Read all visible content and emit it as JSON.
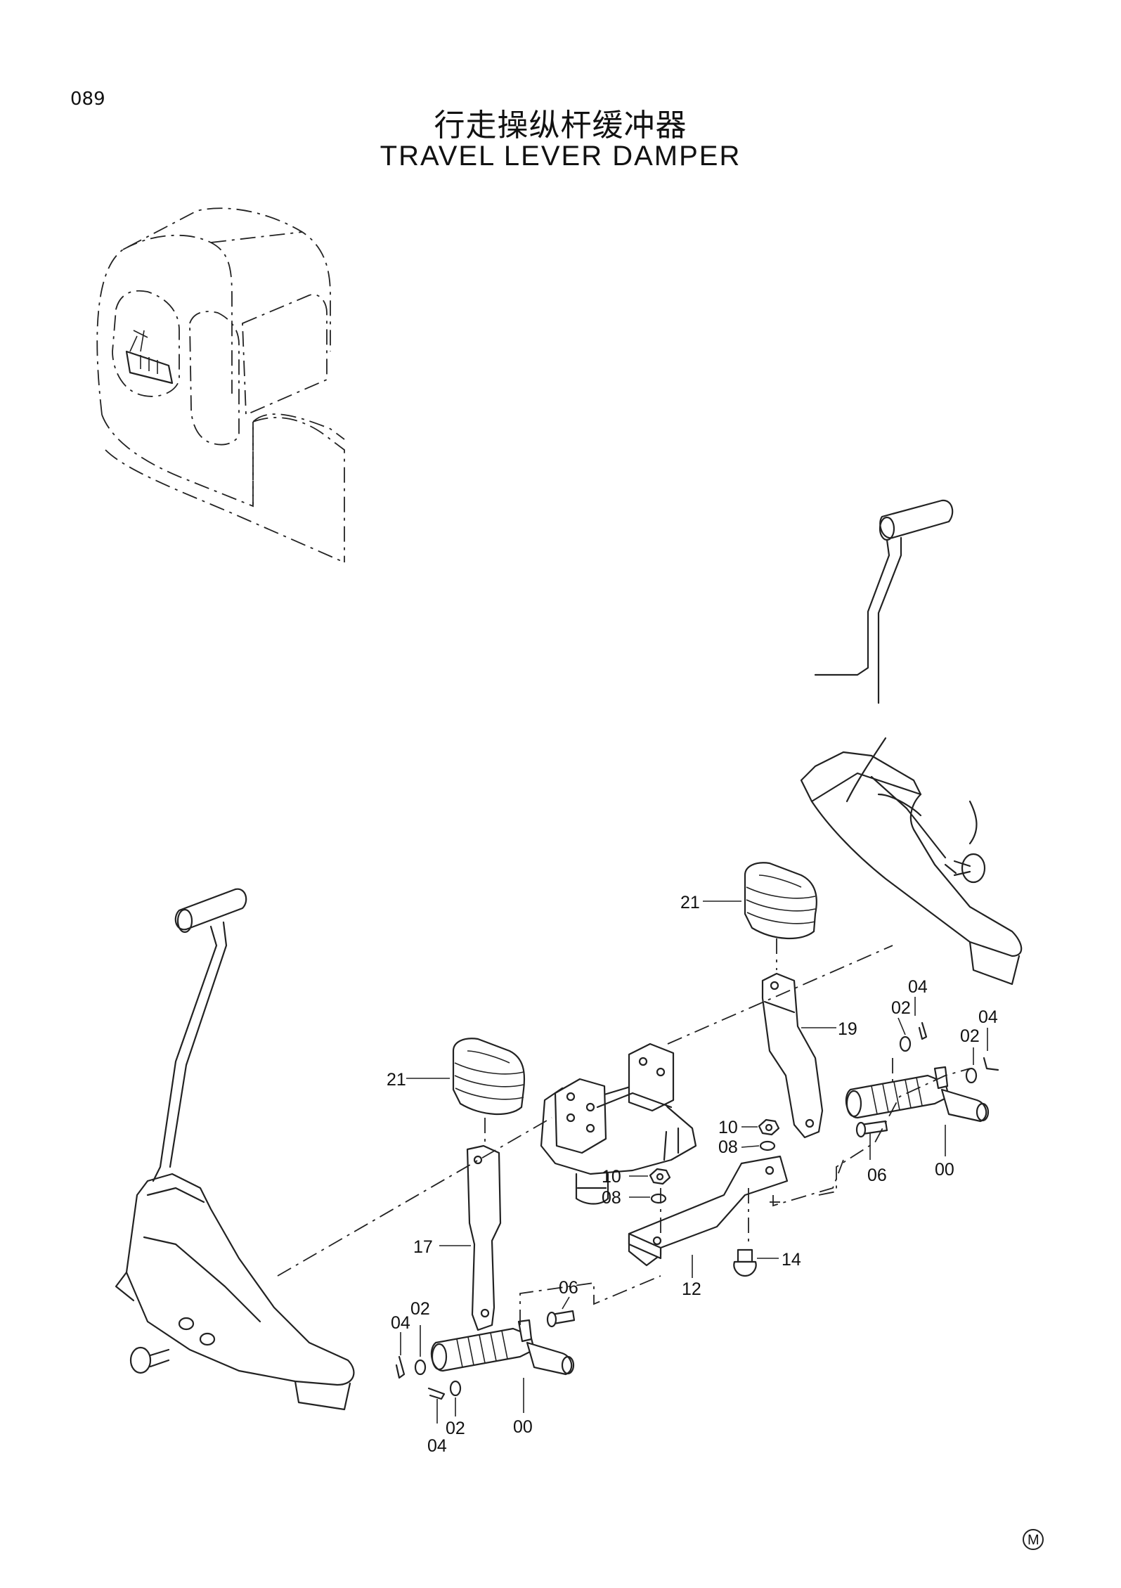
{
  "page_number": "089",
  "title_cn": "行走操纵杆缓冲器",
  "title_en": "TRAVEL LEVER DAMPER",
  "corner_mark": "M",
  "part_labels": [
    {
      "id": "label-21-right",
      "text": "21"
    },
    {
      "id": "label-19",
      "text": "19"
    },
    {
      "id": "label-04-r1",
      "text": "04"
    },
    {
      "id": "label-02-r1",
      "text": "02"
    },
    {
      "id": "label-02-r2",
      "text": "02"
    },
    {
      "id": "label-04-r2",
      "text": "04"
    },
    {
      "id": "label-21-left",
      "text": "21"
    },
    {
      "id": "label-10-upper",
      "text": "10"
    },
    {
      "id": "label-08-upper",
      "text": "08"
    },
    {
      "id": "label-06-right",
      "text": "06"
    },
    {
      "id": "label-00-right",
      "text": "00"
    },
    {
      "id": "label-10-lower",
      "text": "10"
    },
    {
      "id": "label-08-lower",
      "text": "08"
    },
    {
      "id": "label-17",
      "text": "17"
    },
    {
      "id": "label-14",
      "text": "14"
    },
    {
      "id": "label-12",
      "text": "12"
    },
    {
      "id": "label-06-left",
      "text": "06"
    },
    {
      "id": "label-02-l1",
      "text": "02"
    },
    {
      "id": "label-04-l1",
      "text": "04"
    },
    {
      "id": "label-02-l2",
      "text": "02"
    },
    {
      "id": "label-00-left",
      "text": "00"
    },
    {
      "id": "label-04-l2",
      "text": "04"
    }
  ]
}
